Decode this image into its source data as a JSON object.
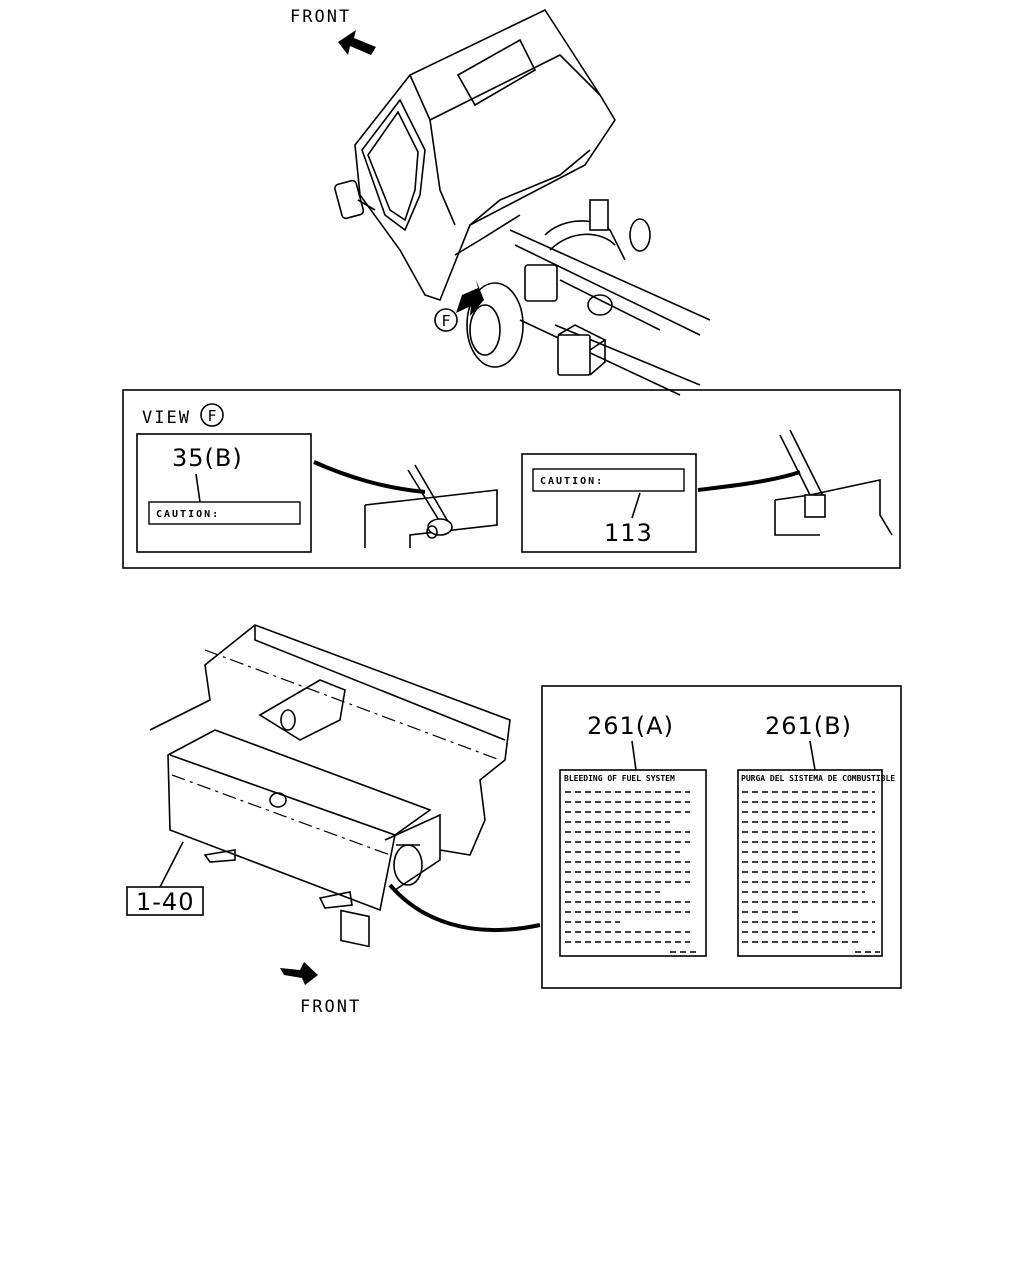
{
  "top_view": {
    "front_label": "FRONT",
    "view_marker": "F"
  },
  "view_panel": {
    "title": "VIEW",
    "marker": "F",
    "labels": [
      {
        "callout": "35(B)",
        "text": "CAUTION:"
      },
      {
        "callout": "113",
        "text": "CAUTION:"
      }
    ]
  },
  "tank_view": {
    "part_ref": "1-40",
    "front_label": "FRONT",
    "labels": [
      {
        "callout": "261(A)",
        "heading": "BLEEDING OF FUEL SYSTEM"
      },
      {
        "callout": "261(B)",
        "heading": "PURGA DEL SISTEMA DE COMBUSTIBLE"
      }
    ]
  }
}
